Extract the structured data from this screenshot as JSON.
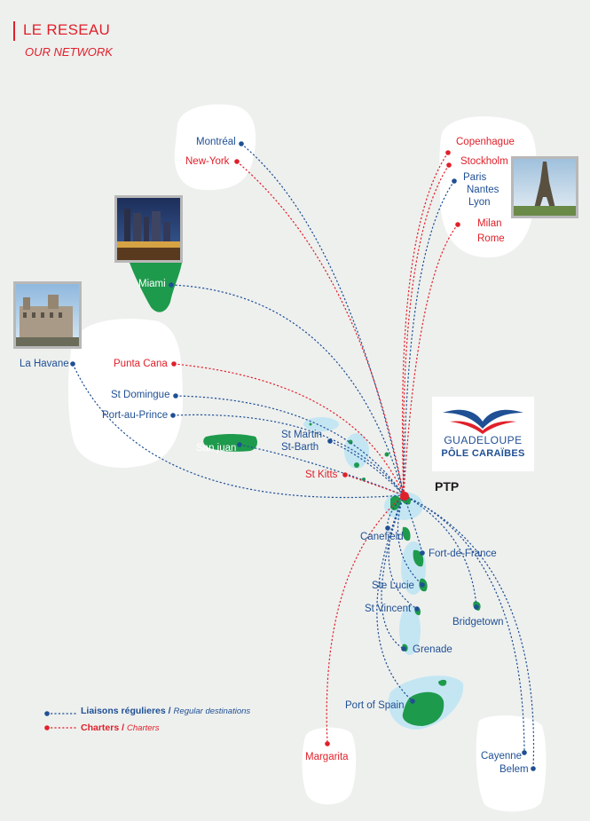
{
  "header": {
    "title": "LE RESEAU",
    "subtitle": "OUR NETWORK"
  },
  "hub": {
    "label": "PTP"
  },
  "logo": {
    "line1": "GUADELOUPE",
    "line2": "PÔLE CARAÏBES"
  },
  "colors": {
    "regular": "#1f4f94",
    "charter": "#e0202a",
    "land": "#1e9a4c",
    "sea": "#bfe3f2",
    "background": "#eef0ee"
  },
  "destinations": {
    "montreal": "Montréal",
    "newyork": "New-York",
    "copenhague": "Copenhague",
    "stockholm": "Stockholm",
    "paris": "Paris",
    "nantes": "Nantes",
    "lyon": "Lyon",
    "milan": "Milan",
    "rome": "Rome",
    "miami": "Miami",
    "lahavane": "La Havane",
    "puntacana": "Punta Cana",
    "stdomingue": "St Domingue",
    "portauprince": "Port-au-Prince",
    "sanjuan": "San juan",
    "stmartin": "St Martin",
    "stbarth": "St-Barth",
    "stkitts": "St Kitts",
    "canefield": "Canefield",
    "fortdefrance": "Fort-de-France",
    "stelucie": "Ste Lucie",
    "stvincent": "St Vincent",
    "bridgetown": "Bridgetown",
    "grenade": "Grenade",
    "portofspain": "Port of Spain",
    "margarita": "Margarita",
    "cayenne": "Cayenne",
    "belem": "Belem"
  },
  "legend": {
    "regular": "Liaisons régulieres /",
    "regular_en": "Regular destinations",
    "charter": "Charters /",
    "charter_en": "Charters"
  }
}
